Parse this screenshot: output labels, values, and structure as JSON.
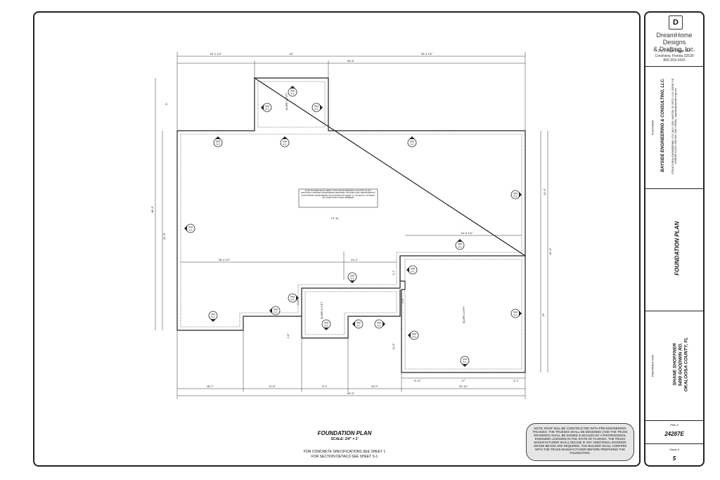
{
  "plan": {
    "title": "FOUNDATION PLAN",
    "scale": "SCALE: 1/4\" = 1'",
    "spec_line1": "FOR CONCRETE SPECIFICATIONS SEE SHEET 1",
    "spec_line2": "FOR SECTION DETAILS SEE SHEET S-1",
    "center_note": "NOTE: BUILDER SHALL VERIFY WITH TRUSS DRAWINGS LOCATION OF ANY ADDITIONAL INTERIOR GRADE BEAMS REQUIRED. TRUSSES SHALL BEAR DIRECTLY ON EXTERIOR GRADE BEAMS OR AS SHOWN ON SHEET S-1 VIA WALLS, COLUMNS, OR OTHER STRUCTURAL MEMBERS.",
    "ff_label": "F.F. EL.",
    "slope_label": "SLOPE 1/4\"/FT",
    "section_mark": "S-1",
    "section_mark_num": "5/M",
    "dims_top": [
      "15'-1 1/2\"",
      "18'",
      "39'-4 1/2\""
    ],
    "dim_top_overall": "64'-6\"",
    "dims_bottom": [
      "18'-7\"",
      "11'-8\"",
      "9'-1\"",
      "10'-0\"",
      "20'-10\""
    ],
    "dim_bottom_overall": "64'-6\"",
    "dims_bottom_inner": [
      "6'-11\"",
      "17'",
      "3'-1\""
    ],
    "dim_left_overall": "48'-6\"",
    "dim_left_inner": "31'-6\"",
    "dim_right": [
      "13'-6\"",
      "16'-6\"",
      "19'"
    ],
    "dim_right_top": "8'",
    "dims_interior": [
      "28'-4 1/2\"",
      "14'-2\"",
      "24'-6 1/2\""
    ],
    "dims_small": [
      "4'-6\"",
      "3'-8\"",
      "1'-4\"",
      "4'-0\"",
      "11'-6\""
    ]
  },
  "notes_box": "NOTE: ROOF WILL BE CONSTRUCTED WITH PRE-ENGINEERED TRUSSES. THE TRUSSES SHALL BE DESIGNED (AND THE TRUSS DRAWINGS SHALL BE SIGNED & SEALED) BY A PROFESSIONAL ENGINEER LICENSED IN THE STATE OF FLORIDA. THE TRUSS MANUFACTURER SHALL DECIDE IF ANY ADDITIONAL INTERIOR GRADE BEAMS ARE REQUIRED. THE BUILDER SHALL CONFIRM WITH THE TRUSS MANUFACTURER BEFORE PREPARING THE FOUNDATION.",
  "title_block": {
    "logo_letter": "D",
    "company_line1": "DreamHome Designs",
    "company_line2": "& Drafting, Inc.",
    "address_line1": "2472 High Ridge Rd.",
    "address_line2": "Crestview, Florida 32539",
    "phone": "850-263-3410",
    "engineer_name": "BAYSIDE ENGINEERING & CONSULTING, LLC.",
    "engineer_details": "STRUCTURAL ENGINEERING • P.O. BOX 1085 • MILTON, FL 32572 • J.D. SPEIR, P.E. LICENSE 61440 • 850-626-7280 • EMAIL: bayside@bayside-eng.com",
    "engineer_label": "ENGINEER",
    "sheet_title": "FOUNDATION PLAN",
    "prepared_for_label": "PREPARED FOR",
    "client_line1": "SHANE SHOFFNER",
    "client_line2": "5490 GOODWIN RD.",
    "client_line3": "OKALOOSA COUNTY, FL",
    "plan_label": "Plan #",
    "plan_number": "24287E",
    "sheet_label": "Sheet #",
    "sheet_number": "5"
  }
}
